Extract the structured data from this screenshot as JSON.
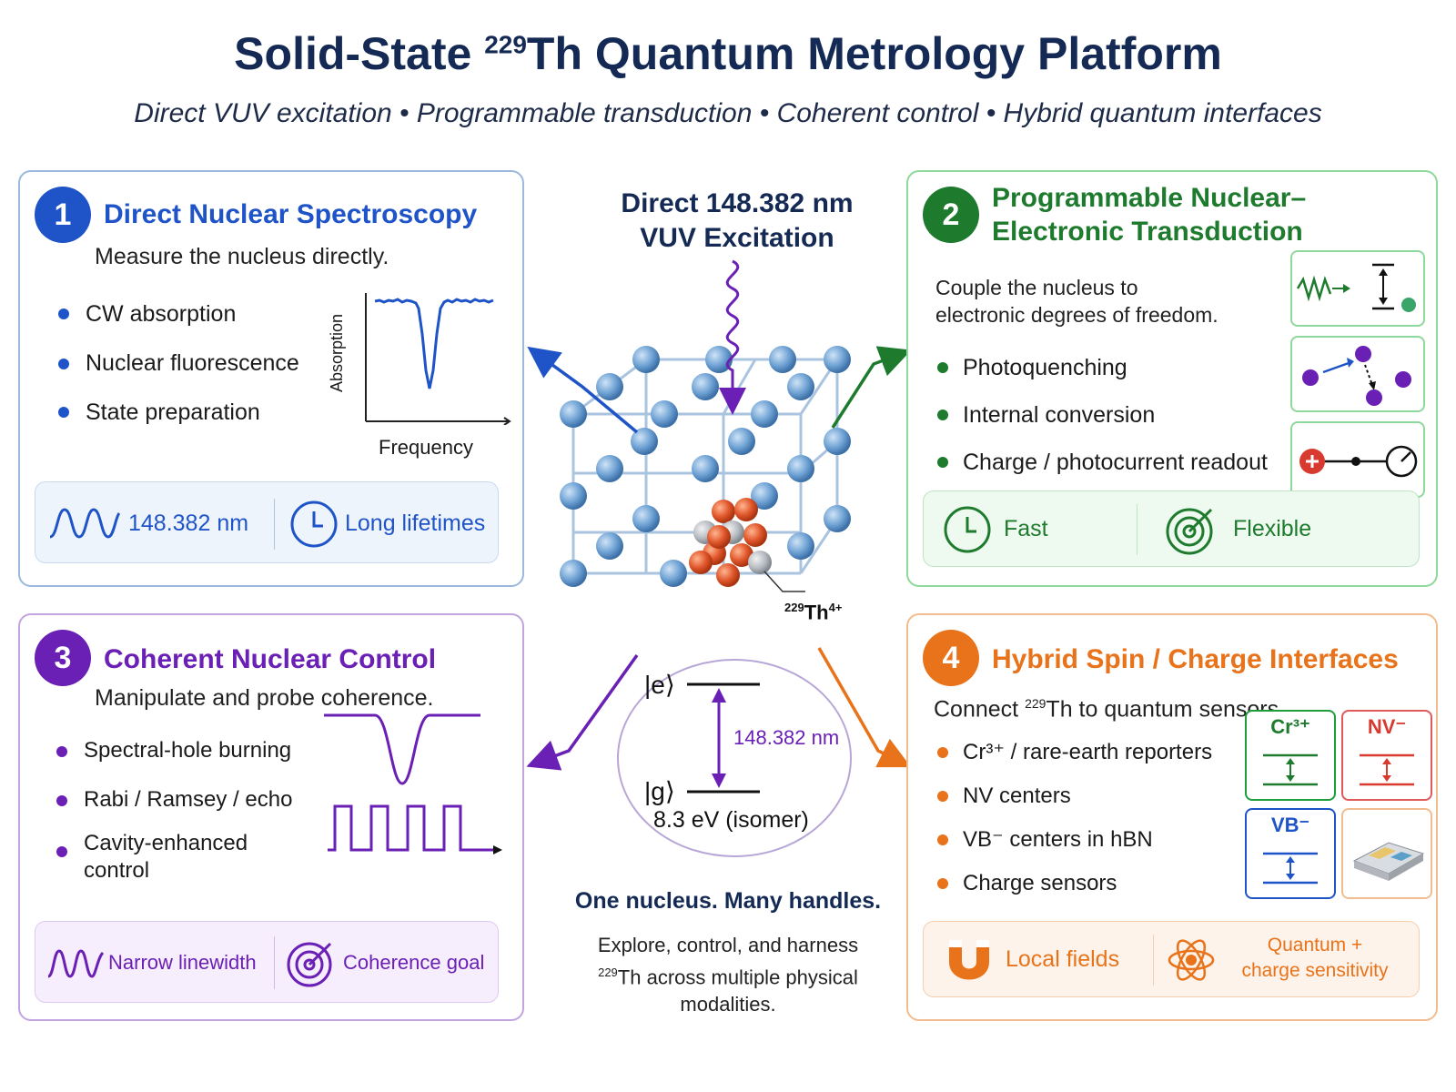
{
  "header": {
    "title_pre": "Solid-State ",
    "title_sup": "229",
    "title_post": "Th Quantum Metrology Platform",
    "subtitle": "Direct VUV excitation  •  Programmable transduction  •  Coherent control  •  Hybrid quantum interfaces"
  },
  "center": {
    "excitation_line1": "Direct 148.382 nm",
    "excitation_line2": "VUV Excitation",
    "ion_label_sup": "229",
    "ion_label_main": "Th",
    "ion_label_charge": "4+",
    "level_e": "|e⟩",
    "level_g": "|g⟩",
    "transition_wavelength": "148.382 nm",
    "isomer_energy": "8.3 eV (isomer)",
    "tagline": "One nucleus. Many handles.",
    "desc_line1": "Explore, control, and harness",
    "desc_line2_sup": "229",
    "desc_line2": "Th across multiple physical",
    "desc_line3": "modalities."
  },
  "panel1": {
    "number": "1",
    "title": "Direct Nuclear Spectroscopy",
    "description": "Measure the nucleus directly.",
    "bullets": [
      "CW absorption",
      "Nuclear fluorescence",
      "State preparation"
    ],
    "plot_ylabel": "Absorption",
    "plot_xlabel": "Frequency",
    "footer_left": "148.382 nm",
    "footer_right": "Long lifetimes",
    "color": "#1f54c8"
  },
  "panel2": {
    "number": "2",
    "title_line1": "Programmable Nuclear–",
    "title_line2": "Electronic Transduction",
    "desc_line1": "Couple the nucleus to",
    "desc_line2": "electronic degrees of freedom.",
    "bullets": [
      "Photoquenching",
      "Internal conversion",
      "Charge / photocurrent readout"
    ],
    "footer_left": "Fast",
    "footer_right": "Flexible",
    "color": "#1e7b2e"
  },
  "panel3": {
    "number": "3",
    "title": "Coherent Nuclear Control",
    "description": "Manipulate and probe coherence.",
    "bullets": [
      "Spectral-hole burning",
      "Rabi / Ramsey / echo",
      "Cavity-enhanced",
      "control"
    ],
    "footer_left": "Narrow linewidth",
    "footer_right": "Coherence goal",
    "color": "#6a1fb5"
  },
  "panel4": {
    "number": "4",
    "title": "Hybrid Spin / Charge Interfaces",
    "desc_pre": "Connect ",
    "desc_sup": "229",
    "desc_post": "Th to quantum sensors.",
    "bullets": [
      "Cr³⁺ / rare-earth reporters",
      "NV centers",
      "VB⁻ centers in hBN",
      "Charge sensors"
    ],
    "box_cr": "Cr³⁺",
    "box_nv": "NV⁻",
    "box_vb": "VB⁻",
    "footer_left": "Local fields",
    "footer_right_line1": "Quantum +",
    "footer_right_line2": "charge sensitivity",
    "color": "#e8731a"
  }
}
